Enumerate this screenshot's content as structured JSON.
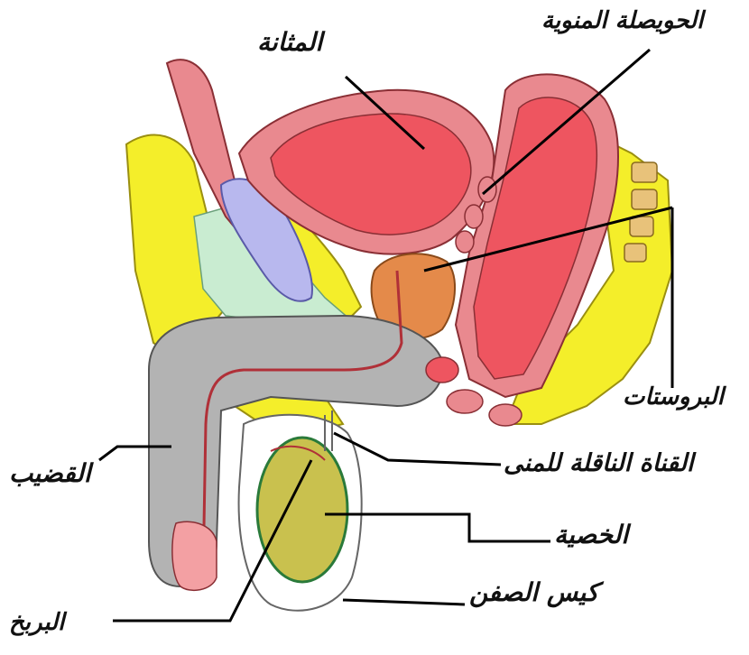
{
  "labels": {
    "bladder": "المثانة",
    "seminal_vesicle": "الحويصلة المنوية",
    "prostate": "البروستات",
    "vas_deferens": "القناة الناقلة للمنى",
    "penis": "القضيب",
    "testis": "الخصية",
    "scrotum": "كيس الصفن",
    "epididymis": "البربخ"
  },
  "colors": {
    "organ_red": "#ee5560",
    "organ_red_light": "#f3a0a3",
    "wall_pink": "#e9898f",
    "fat_yellow": "#f4ee2a",
    "tissue_green": "#c9ecd1",
    "cartilage_blue": "#b8b8ee",
    "penis_gray": "#b3b3b3",
    "prostate_orange": "#e48a4a",
    "testis_olive": "#c9c14e",
    "bone_tan": "#e8c27a"
  }
}
